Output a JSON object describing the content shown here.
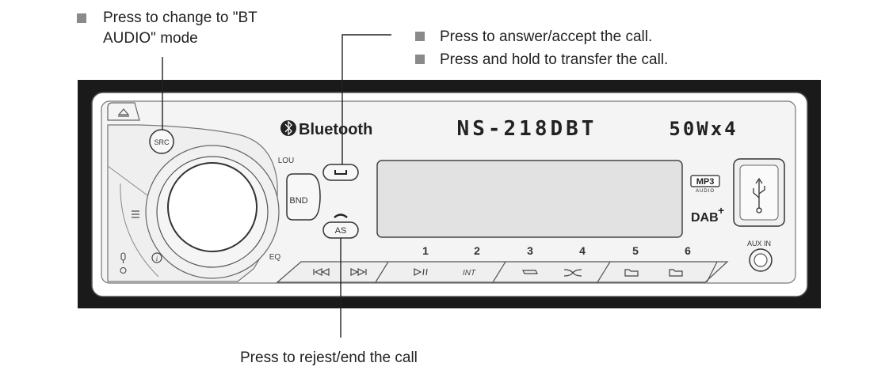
{
  "callouts": {
    "src_line1": "Press to change to \"BT",
    "src_line2": "AUDIO\" mode",
    "answer": "Press to answer/accept the call.",
    "transfer": "Press and hold to transfer the call.",
    "reject": "Press to rejest/end the call"
  },
  "unit": {
    "brand": "Bluetooth",
    "model": "NS-218DBT",
    "power": "50Wx4",
    "src_label": "SRC",
    "lou_label": "LOU",
    "bnd_label": "BND",
    "eq_label": "EQ",
    "as_label": "AS",
    "mp3_label": "MP3",
    "audio_label": "AUDIO",
    "dab_label": "DAB",
    "dab_plus": "+",
    "aux_label": "AUX IN",
    "presets": [
      "1",
      "2",
      "3",
      "4",
      "5",
      "6"
    ],
    "int_label": "INT"
  },
  "colors": {
    "frame": "#1a1a1a",
    "panel": "#f4f4f4",
    "line": "#444444",
    "bullet": "#8a8a8a"
  }
}
